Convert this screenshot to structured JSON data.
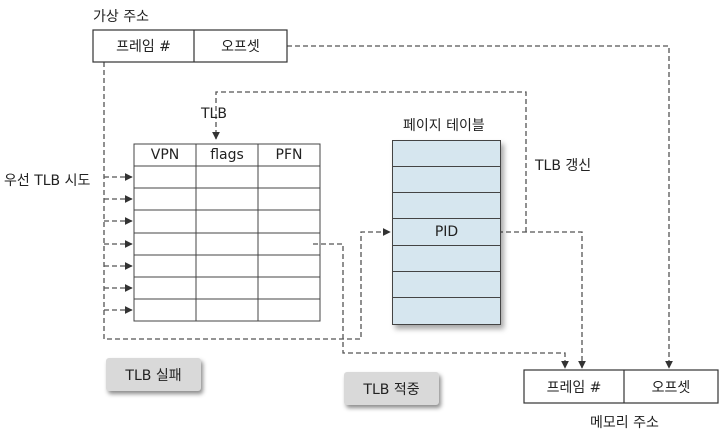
{
  "virtual_address": {
    "title": "가상 주소",
    "frame": "프레임 #",
    "offset": "오프셋"
  },
  "tlb": {
    "label": "TLB",
    "headers": [
      "VPN",
      "flags",
      "PFN"
    ],
    "rows": 7
  },
  "first_try_label": "우선 TLB 시도",
  "page_table": {
    "title": "페이지 테이블",
    "highlight_entry": "PID",
    "rows": 7,
    "fill_color": "#d6e6ef"
  },
  "tlb_update_label": "TLB 갱신",
  "tlb_miss_button": "TLB 실패",
  "tlb_hit_button": "TLB 적중",
  "memory_address": {
    "title": "메모리 주소",
    "frame": "프레임 #",
    "offset": "오프셋"
  }
}
